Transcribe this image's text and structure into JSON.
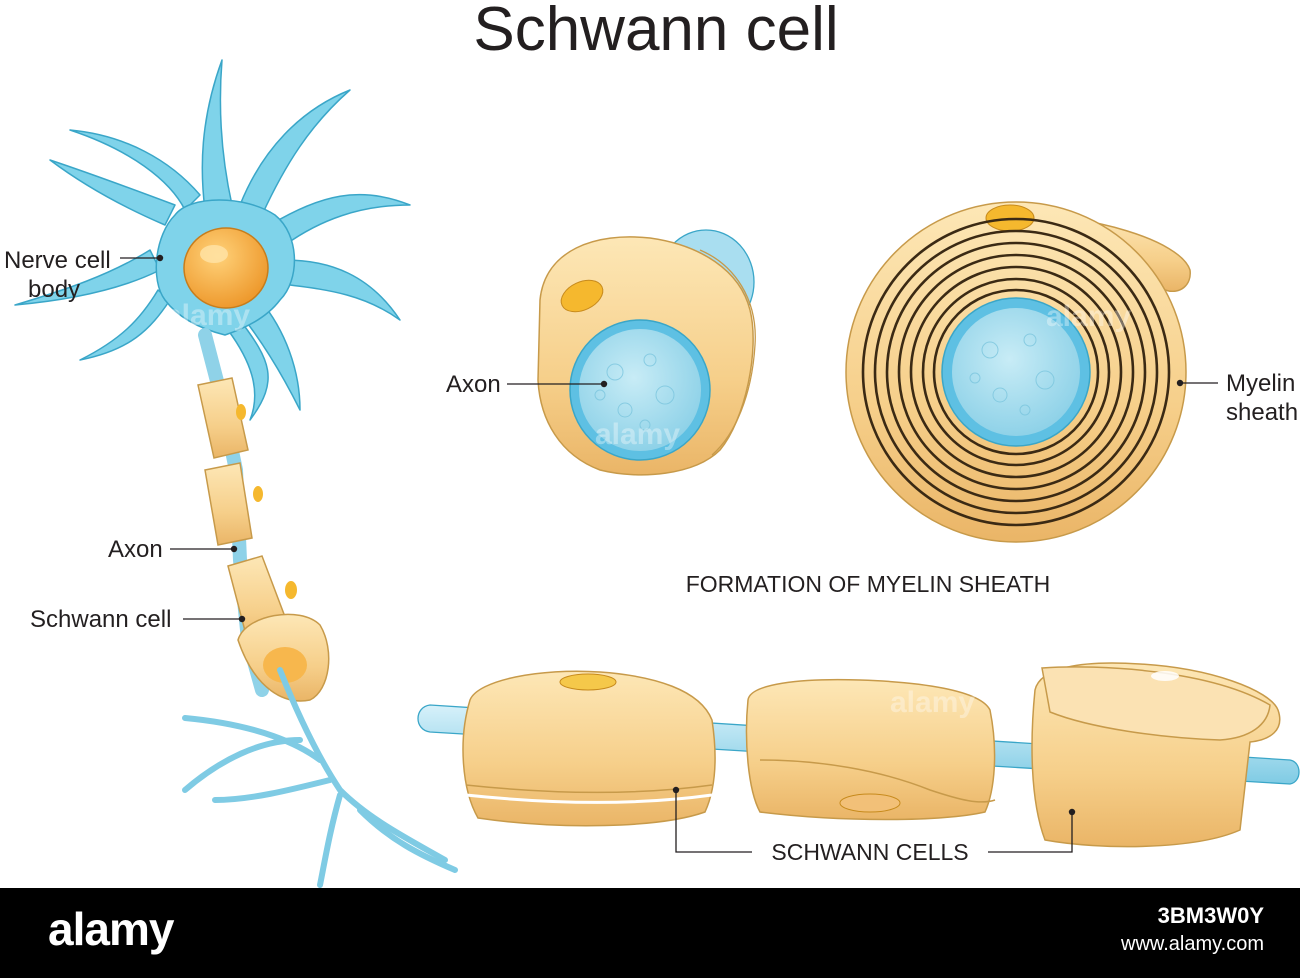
{
  "title": "Schwann cell",
  "labels": {
    "nerve_cell_body_1": "Nerve cell",
    "nerve_cell_body_2": "body",
    "axon_left": "Axon",
    "schwann_cell": "Schwann cell",
    "axon_middle": "Axon",
    "myelin_1": "Myelin",
    "myelin_2": "sheath",
    "formation": "FORMATION OF MYELIN SHEATH",
    "schwann_cells": "SCHWANN CELLS"
  },
  "watermark": "alamy",
  "footer": {
    "brand": "alamy",
    "image_id": "3BM3W0Y",
    "site": "www.alamy.com"
  },
  "colors": {
    "neuron_blue": "#7fd3ea",
    "neuron_outline": "#3aa6c8",
    "nucleus_orange": "#f2a93b",
    "cell_tan": "#f6d08e",
    "cell_outline": "#c79a4a",
    "axon_core": "#a9def0"
  }
}
